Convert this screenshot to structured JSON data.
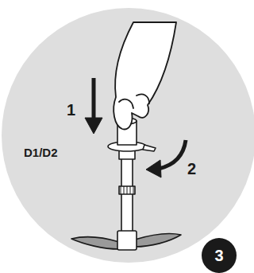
{
  "diagram": {
    "nodes": [
      {
        "text": [
          "3"
        ]
      }
    ],
    "labels": [
      "1",
      "2",
      "D1/D2"
    ]
  }
}
